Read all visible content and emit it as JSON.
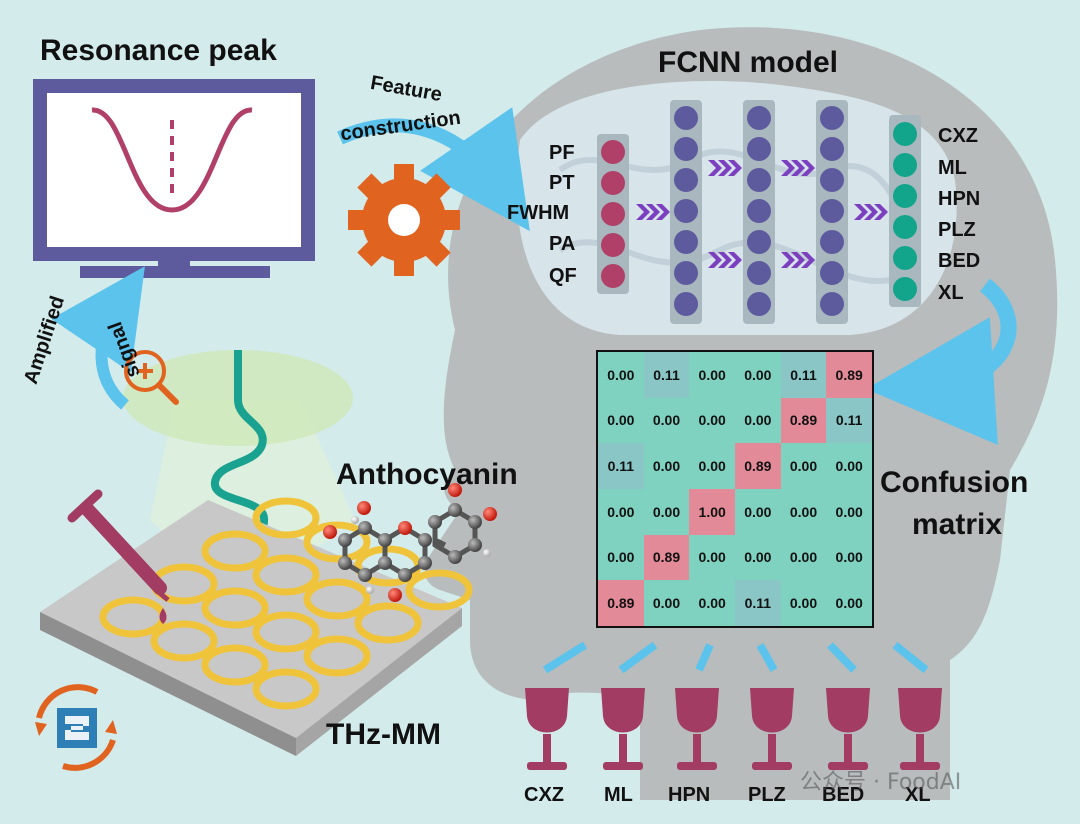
{
  "titles": {
    "resonance": "Resonance peak",
    "fcnn": "FCNN model",
    "feature": [
      "Feature",
      "construction"
    ],
    "anthocyanin": "Anthocyanin",
    "confusion": [
      "Confusion",
      "matrix"
    ],
    "thz": "THz-MM",
    "amplified": [
      "Amplified",
      "signal"
    ]
  },
  "input_features": [
    "PF",
    "PT",
    "FWHM",
    "PA",
    "QF"
  ],
  "output_classes": [
    "CXZ",
    "ML",
    "HPN",
    "PLZ",
    "BED",
    "XL"
  ],
  "wine_labels": [
    "CXZ",
    "ML",
    "HPN",
    "PLZ",
    "BED",
    "XL"
  ],
  "confusion_matrix": [
    [
      "0.00",
      "0.11",
      "0.00",
      "0.00",
      "0.11",
      "0.89"
    ],
    [
      "0.00",
      "0.00",
      "0.00",
      "0.00",
      "0.89",
      "0.11"
    ],
    [
      "0.11",
      "0.00",
      "0.00",
      "0.89",
      "0.00",
      "0.00"
    ],
    [
      "0.00",
      "0.00",
      "1.00",
      "0.00",
      "0.00",
      "0.00"
    ],
    [
      "0.00",
      "0.89",
      "0.00",
      "0.00",
      "0.00",
      "0.00"
    ],
    [
      "0.89",
      "0.00",
      "0.00",
      "0.11",
      "0.00",
      "0.00"
    ]
  ],
  "watermark": "公众号 · FoodAI",
  "colors": {
    "background": "#d3ebea",
    "monitor": "#5e5a9e",
    "peak_curve": "#b04068",
    "gear": "#e0631f",
    "arrow": "#5bc3ec",
    "head": "#b8bcbd",
    "input_node": "#b04068",
    "hidden_node": "#5e5a9e",
    "output_node": "#12a58c",
    "chevron": "#7b3fbf",
    "cm_diag": "#e38a98",
    "cm_off": "#7fd2c0",
    "ring": "#f0c43a",
    "wine": "#a23c62",
    "wave": "#1aa290"
  }
}
